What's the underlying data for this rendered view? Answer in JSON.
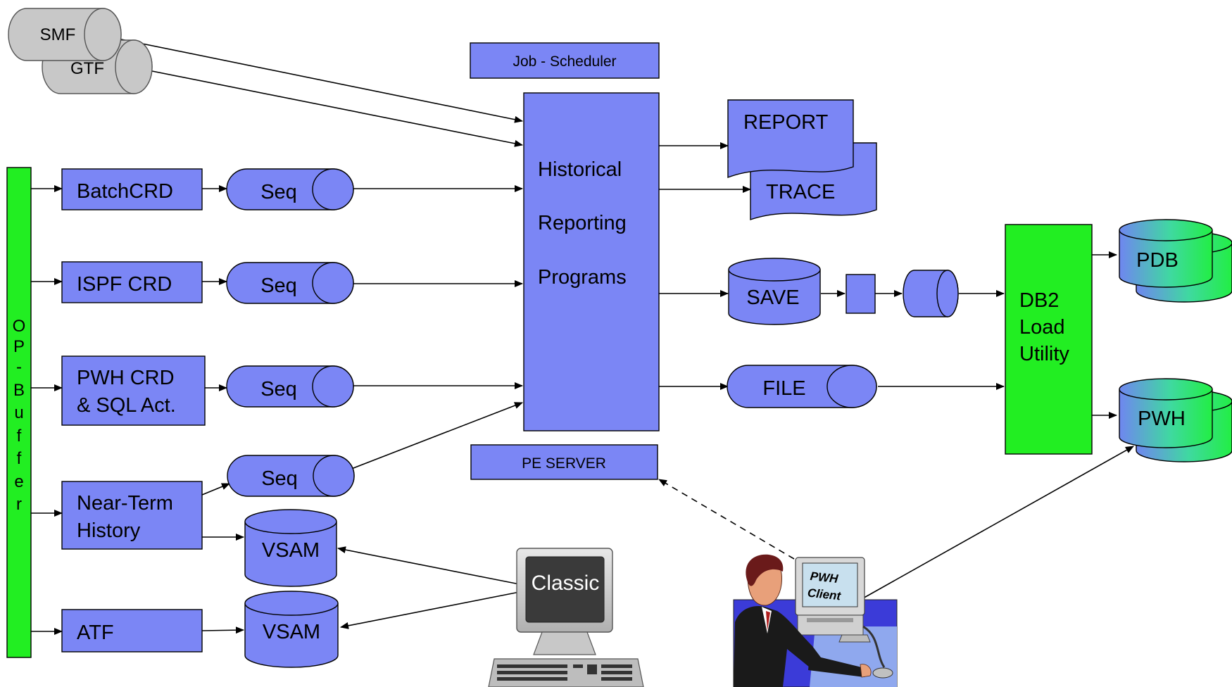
{
  "colors": {
    "box": "#7b86f5",
    "green": "#22ee22",
    "line": "#000000",
    "cylinder_gray": "#c8c8c8"
  },
  "sources": {
    "smf": "SMF",
    "gtf": "GTF",
    "op_buffer": [
      "O",
      "P",
      "-",
      "B",
      "u",
      "f",
      "f",
      "e",
      "r"
    ]
  },
  "collectors": {
    "batchcrd": "BatchCRD",
    "ispfcrd": "ISPF CRD",
    "pwhcrd_line1": "PWH CRD",
    "pwhcrd_line2": "& SQL Act.",
    "nearterm_line1": "Near-Term",
    "nearterm_line2": "History",
    "atf": "ATF"
  },
  "datasets": {
    "seq": "Seq",
    "vsam": "VSAM"
  },
  "center": {
    "job_scheduler": "Job - Scheduler",
    "hrp_line1": "Historical",
    "hrp_line2": "Reporting",
    "hrp_line3": "Programs",
    "pe_server": "PE SERVER"
  },
  "outputs": {
    "report": "REPORT",
    "trace": "TRACE",
    "save": "SAVE",
    "file": "FILE"
  },
  "db2": {
    "line1": "DB2",
    "line2": "Load",
    "line3": "Utility",
    "pdb": "PDB",
    "pwh": "PWH"
  },
  "clients": {
    "classic": "Classic",
    "pwh_client_line1": "PWH",
    "pwh_client_line2": "Client"
  }
}
